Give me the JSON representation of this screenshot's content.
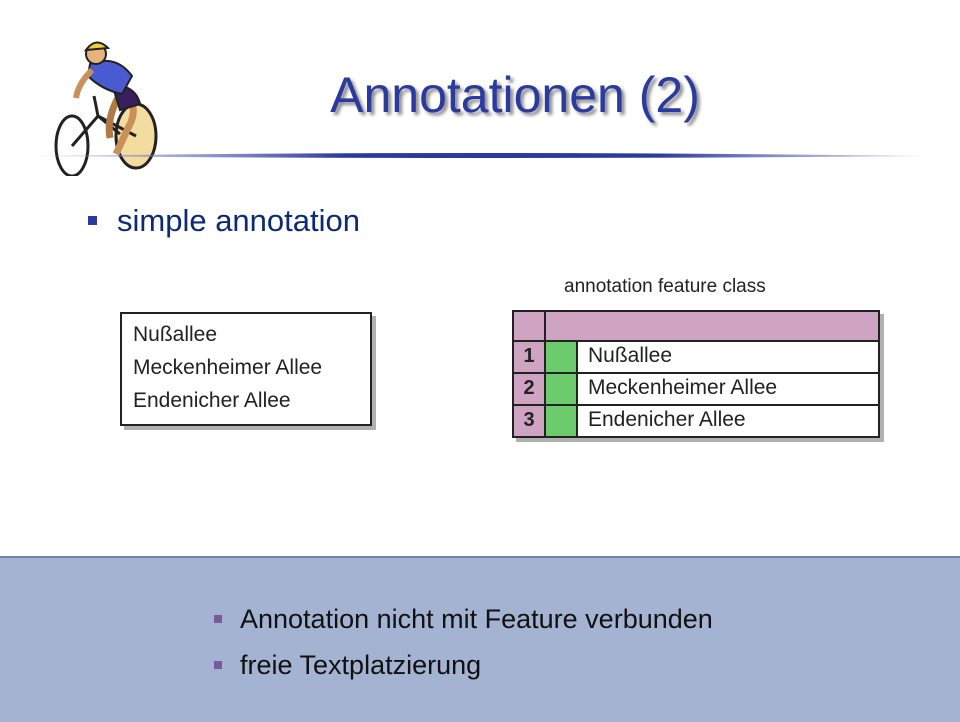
{
  "slide": {
    "title": "Annotationen (2)",
    "main_bullet": "simple annotation",
    "simple_annotation": {
      "lines": [
        "Nußallee",
        "Meckenheimer Allee",
        "Endenicher Allee"
      ]
    },
    "feature_class": {
      "label": "annotation feature class",
      "rows": [
        {
          "id": "1",
          "text": "Nußallee"
        },
        {
          "id": "2",
          "text": "Meckenheimer Allee"
        },
        {
          "id": "3",
          "text": "Endenicher Allee"
        }
      ]
    },
    "bottom_bullets": [
      "Annotation nicht mit Feature verbunden",
      "freie Textplatzierung"
    ]
  },
  "colors": {
    "title": "#2b3a9e",
    "header_pink": "#cea4c2",
    "green_cell": "#6ccb6c",
    "bottom_panel": "#a5b3d2",
    "bullet_square": "#2b3a9e"
  },
  "icons": [
    "cyclist-clipart",
    "bullet-square"
  ]
}
